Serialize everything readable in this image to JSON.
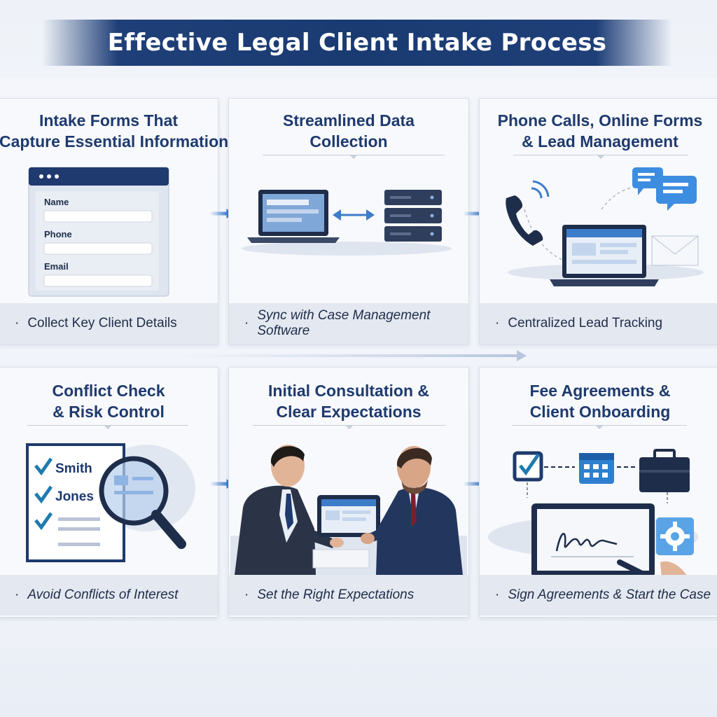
{
  "title": "Effective Legal Client Intake Process",
  "panels": [
    {
      "title_lines": [
        "Intake Forms That",
        "Capture Essential Information"
      ],
      "caption": "Collect Key Client Details",
      "form_fields": [
        "Name",
        "Phone",
        "Email"
      ]
    },
    {
      "title_lines": [
        "Streamlined Data",
        "Collection"
      ],
      "caption": "Sync with Case Management Software"
    },
    {
      "title_lines": [
        "Phone Calls, Online Forms",
        "& Lead Management"
      ],
      "caption": "Centralized Lead Tracking"
    },
    {
      "title_lines": [
        "Conflict Check",
        "& Risk Control"
      ],
      "caption": "Avoid Conflicts of Interest",
      "checklist_names": [
        "Smith",
        "Jones"
      ]
    },
    {
      "title_lines": [
        "Initial Consultation &",
        "Clear Expectations"
      ],
      "caption": "Set the Right Expectations"
    },
    {
      "title_lines": [
        "Fee Agreements &",
        "Client Onboarding"
      ],
      "caption": "Sign Agreements & Start the Case"
    }
  ],
  "icons": {
    "p1": "web-form-icon",
    "p2": [
      "laptop-icon",
      "sync-arrows-icon",
      "server-icon"
    ],
    "p3": [
      "phone-icon",
      "chat-bubbles-icon",
      "laptop-icon",
      "envelope-icon"
    ],
    "p4": [
      "checklist-document-icon",
      "magnifier-icon"
    ],
    "p5": [
      "consultation-illustration",
      "tablet-icon"
    ],
    "p6": [
      "checkbox-icon",
      "calendar-icon",
      "briefcase-icon",
      "gear-icon",
      "signature-tablet-icon",
      "pen-icon"
    ]
  },
  "colors": {
    "navy": "#1e3a6e",
    "accent": "#3d7cc9",
    "caption_bg": "#e4e8f0"
  }
}
